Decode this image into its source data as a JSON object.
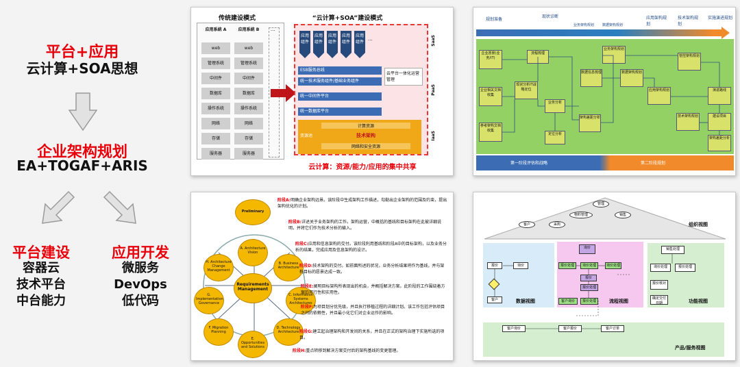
{
  "left": {
    "title1": "平台+应用",
    "sub1": "云计算+SOA思想",
    "title2": "企业架构规划",
    "sub2": "EA+TOGAF+ARIS",
    "title3": "平台建设",
    "items3": [
      "容器云",
      "技术平台",
      "中台能力"
    ],
    "title4": "应用开发",
    "items4": [
      "微服务",
      "DevOps",
      "低代码"
    ]
  },
  "p1": {
    "trad_title": "传统建设模式",
    "cloud_title": "“云计算+SOA”建设模式",
    "colA": "应用系统 A",
    "colB": "应用系统 B",
    "layers": [
      "web",
      "管理系统",
      "中间件",
      "数据库",
      "操作系统",
      "网络",
      "存储",
      "服务器"
    ],
    "app": "应用组件",
    "esb": "ESB服务总线",
    "svc": "统一技术服务组件/基础业务组件",
    "mw": "统一中间件平台",
    "db": "统一数据库平台",
    "mgmt": "云平台一体化运营管理",
    "pool": "资源池",
    "res1": "计算资源",
    "res2": "技术架构",
    "res3": "网络和安全资源",
    "saas": "SaaS",
    "paas": "PaaS",
    "iaas": "IaaS",
    "footer": "云计算：资源/能力/应用的集中共享"
  },
  "p2": {
    "phases": [
      "现状诊断",
      "应用架构规划",
      "技术架构规划",
      "实施演进规划"
    ],
    "top_left": "规划准备",
    "sub_tabs": [
      "业务架构规划",
      "数据架构规划"
    ],
    "boxes": [
      "企业愿景(业务/IT)",
      "企业相关文档收集",
      "参考架构文档收集",
      "流程梳理",
      "现状分析IT战略定位",
      "业务分析",
      "数据信息梳理",
      "定位分析",
      "架构差距分析",
      "业务架构规划",
      "数据架构规划",
      "应用架构规划",
      "技术架构规划",
      "管控架构规划",
      "演进路线",
      "建设项目",
      "架构差距分析"
    ],
    "stage1": "第一阶段评估和战略",
    "stage2": "第二阶段规划"
  },
  "p3": {
    "center": "Requirements Management",
    "nodes": [
      "Preliminary",
      "A. Architecture Vision",
      "B. Business Architecture",
      "C. Information Systems Architectures",
      "D. Technology Architecture",
      "E. Opportunities and Solutions",
      "F. Migration Planning",
      "G. Implementation Governance",
      "H. Architecture Change Management"
    ],
    "phases": [
      {
        "k": "阶段A:",
        "t": "明确企业架构远景。该阶段中生成架构工作描述，勾勒出企业架构的范围及约束，提出架构优化的计划。"
      },
      {
        "k": "阶段B:",
        "t": "详述关于业务架构的工作。架构运营，中概括的基线和目标架构在此被详细说明，并将它们作为技术分析的输入。"
      },
      {
        "k": "阶段C:",
        "t": "应用和信息架构的交付。该阶段利用基线和阶段A中的目标架构，以及业务分析的结果，完成应用及信息架构的设计。"
      },
      {
        "k": "阶段D:",
        "t": "技术架构的交付。如前面所述的状况，业务分析结果将作为基线，并与架构目标的愿景达成一致。"
      },
      {
        "k": "阶段E:",
        "t": "阐明目标架构所表现出的机会，并概括解决方案。此阶段的工作围绕着方案的可行性和实用性。"
      },
      {
        "k": "阶段F:",
        "t": "为项目划分优先级，并且执行移植过程的详细计划。该工作包括评估项目之间的依赖性，并且最小化它们对企业运作的影响。"
      },
      {
        "k": "阶段G:",
        "t": "建立起治理架构和开发间的关系，并且在正式的架构治理下实施所选的项目。"
      },
      {
        "k": "阶段H:",
        "t": "重点转移到解决方案交付后的架构基线的变更管理。"
      }
    ]
  },
  "p4": {
    "org": "组织视图",
    "data": "数据视图",
    "flow": "流程视图",
    "func": "功能视图",
    "prod": "产品/服务视图",
    "org_nodes": [
      "管理",
      "物料管理",
      "销售",
      "采购",
      "客户"
    ],
    "data_nodes": [
      "报价",
      "询价",
      "客户"
    ],
    "flow_nodes": [
      "询价",
      "报价处理",
      "询价处理",
      "询价处理",
      "报价",
      "报价处理",
      "询价处理",
      "客户询价",
      "报价处理"
    ],
    "func_nodes": [
      "销售处理",
      "询价处理",
      "报价处理",
      "报价核对",
      "确定交付日期"
    ],
    "prod_nodes": [
      "客户询价",
      "客户报价",
      "客户订单"
    ]
  }
}
